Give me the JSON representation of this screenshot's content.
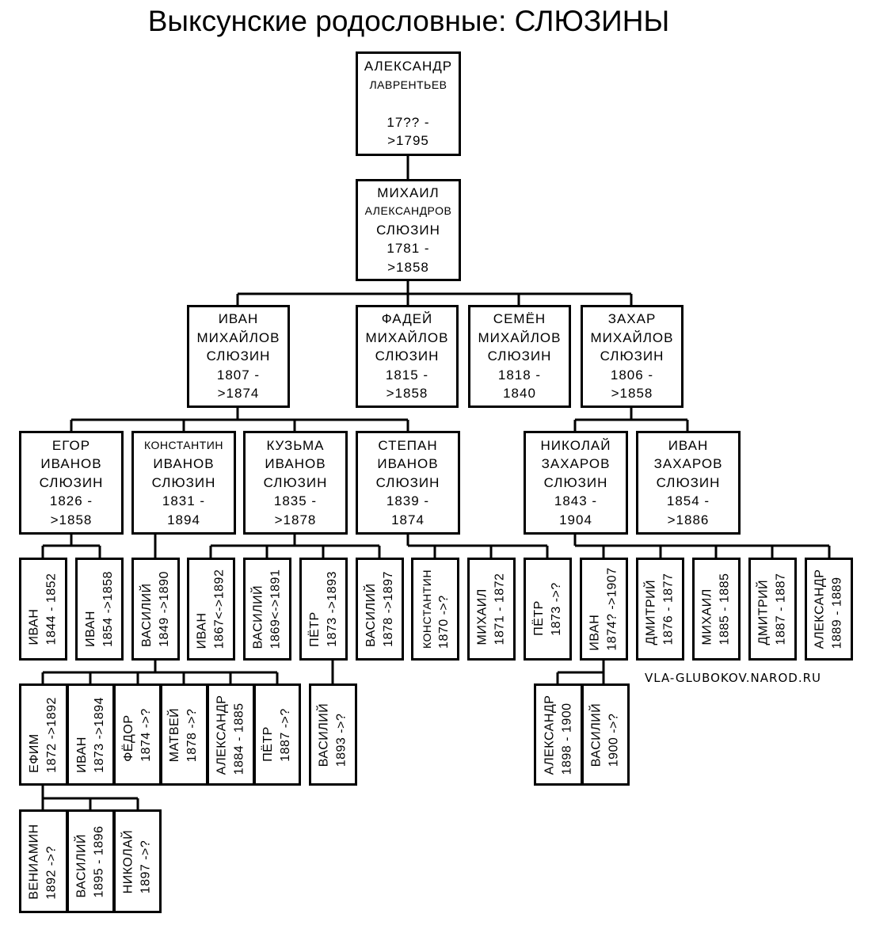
{
  "title": "Выксунские родословные: СЛЮЗИНЫ",
  "site": "VLA-GLUBOKOV.NAROD.RU",
  "colors": {
    "line": "#000000",
    "box_fill": "#ffffff",
    "text": "#000000"
  },
  "people": {
    "aleksandr_lavrentev": {
      "name": "АЛЕКСАНДР",
      "patronymic": "ЛАВРЕНТЬЕВ",
      "dates_start": "17?? -",
      "dates_end": ">1795"
    },
    "mikhail_aleksandrov": {
      "name": "МИХАИЛ",
      "patronymic": "АЛЕКСАНДРОВ",
      "surname": "СЛЮЗИН",
      "dates_start": "1781 -",
      "dates_end": ">1858"
    },
    "ivan_mikhailov": {
      "name": "ИВАН",
      "patronymic": "МИХАЙЛОВ",
      "surname": "СЛЮЗИН",
      "dates_start": "1807 -",
      "dates_end": ">1874"
    },
    "fadey_mikhailov": {
      "name": "ФАДЕЙ",
      "patronymic": "МИХАЙЛОВ",
      "surname": "СЛЮЗИН",
      "dates_start": "1815 -",
      "dates_end": ">1858"
    },
    "semen_mikhailov": {
      "name": "СЕМЁН",
      "patronymic": "МИХАЙЛОВ",
      "surname": "СЛЮЗИН",
      "dates_start": "1818 -",
      "dates_end": "1840"
    },
    "zakhar_mikhailov": {
      "name": "ЗАХАР",
      "patronymic": "МИХАЙЛОВ",
      "surname": "СЛЮЗИН",
      "dates_start": "1806 -",
      "dates_end": ">1858"
    },
    "egor_ivanov": {
      "name": "ЕГОР",
      "patronymic": "ИВАНОВ",
      "surname": "СЛЮЗИН",
      "dates_start": "1826 -",
      "dates_end": ">1858"
    },
    "konstantin_ivanov": {
      "name": "КОНСТАНТИН",
      "patronymic": "ИВАНОВ",
      "surname": "СЛЮЗИН",
      "dates_start": "1831 -",
      "dates_end": "1894"
    },
    "kuzma_ivanov": {
      "name": "КУЗЬМА",
      "patronymic": "ИВАНОВ",
      "surname": "СЛЮЗИН",
      "dates_start": "1835 -",
      "dates_end": ">1878"
    },
    "stepan_ivanov": {
      "name": "СТЕПАН",
      "patronymic": "ИВАНОВ",
      "surname": "СЛЮЗИН",
      "dates_start": "1839 -",
      "dates_end": "1874"
    },
    "nikolay_zakharov": {
      "name": "НИКОЛАЙ",
      "patronymic": "ЗАХАРОВ",
      "surname": "СЛЮЗИН",
      "dates_start": "1843 -",
      "dates_end": "1904"
    },
    "ivan_zakharov": {
      "name": "ИВАН",
      "patronymic": "ЗАХАРОВ",
      "surname": "СЛЮЗИН",
      "dates_start": "1854 -",
      "dates_end": ">1886"
    },
    "ivan_1844": {
      "name": "ИВАН",
      "dates": "1844 - 1852"
    },
    "ivan_1854": {
      "name": "ИВАН",
      "dates": "1854 ->1858"
    },
    "vasiliy_1849": {
      "name": "ВАСИЛИЙ",
      "dates": "1849 ->1890"
    },
    "ivan_1867": {
      "name": "ИВАН",
      "dates": "1867<->1892"
    },
    "vasiliy_1869": {
      "name": "ВАСИЛИЙ",
      "dates": "1869<->1891"
    },
    "petr_1873": {
      "name": "ПЁТР",
      "dates": "1873 ->1893"
    },
    "vasiliy_1878": {
      "name": "ВАСИЛИЙ",
      "dates": "1878 ->1897"
    },
    "konstantin_1870": {
      "name": "КОНСТАНТИН",
      "dates": "1870 ->?"
    },
    "mikhail_1871": {
      "name": "МИХАИЛ",
      "dates": "1871 - 1872"
    },
    "petr_1873b": {
      "name": "ПЁТР",
      "dates": "1873 ->?"
    },
    "ivan_1874": {
      "name": "ИВАН",
      "dates": "1874? ->1907"
    },
    "dmitriy_1876": {
      "name": "ДМИТРИЙ",
      "dates": "1876 - 1877"
    },
    "mikhail_1885": {
      "name": "МИХАИЛ",
      "dates": "1885 - 1885"
    },
    "dmitriy_1887": {
      "name": "ДМИТРИЙ",
      "dates": "1887 - 1887"
    },
    "aleksandr_1889": {
      "name": "АЛЕКСАНДР",
      "dates": "1889 - 1889"
    },
    "efim_1872": {
      "name": "ЕФИМ",
      "dates": "1872 ->1892"
    },
    "ivan_1873": {
      "name": "ИВАН",
      "dates": "1873 ->1894"
    },
    "fedor_1874": {
      "name": "ФЁДОР",
      "dates": "1874 ->?"
    },
    "matvey_1878": {
      "name": "МАТВЕЙ",
      "dates": "1878 ->?"
    },
    "aleksandr_1884": {
      "name": "АЛЕКСАНДР",
      "dates": "1884 - 1885"
    },
    "petr_1887": {
      "name": "ПЁТР",
      "dates": "1887 ->?"
    },
    "vasiliy_1893": {
      "name": "ВАСИЛИЙ",
      "dates": "1893 ->?"
    },
    "aleksandr_1898": {
      "name": "АЛЕКСАНДР",
      "dates": "1898 - 1900"
    },
    "vasiliy_1900": {
      "name": "ВАСИЛИЙ",
      "dates": "1900 ->?"
    },
    "veniamin_1892": {
      "name": "ВЕНИАМИН",
      "dates": "1892 ->?"
    },
    "vasiliy_1895": {
      "name": "ВАСИЛИЙ",
      "dates": "1895 - 1896"
    },
    "nikolay_1897": {
      "name": "НИКОЛАЙ",
      "dates": "1897 ->?"
    }
  }
}
